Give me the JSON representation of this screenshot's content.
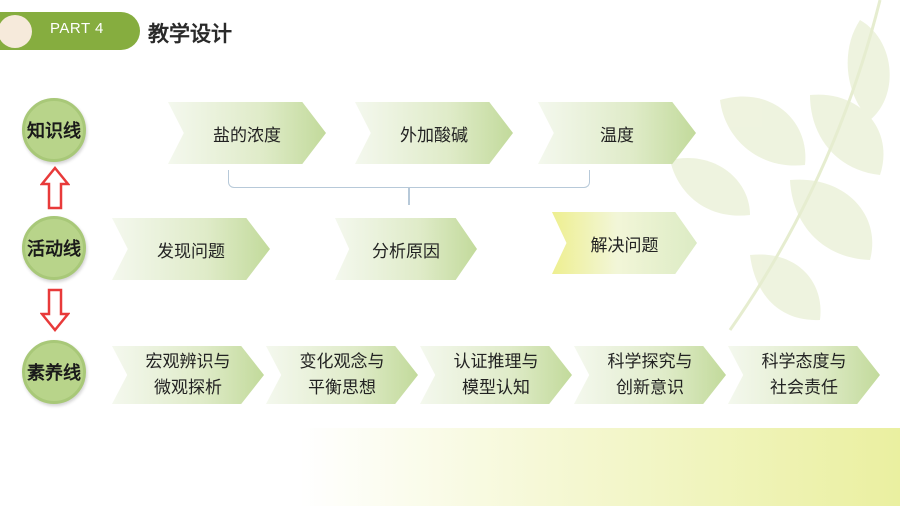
{
  "header": {
    "part": "PART 4",
    "title": "教学设计"
  },
  "circles": {
    "knowledge": "知识线",
    "activity": "活动线",
    "literacy": "素养线"
  },
  "knowledge_items": [
    "盐的浓度",
    "外加酸碱",
    "温度"
  ],
  "activity_items": [
    "发现问题",
    "分析原因",
    "解决问题"
  ],
  "literacy_items": [
    [
      "宏观辨识与",
      "微观探析"
    ],
    [
      "变化观念与",
      "平衡思想"
    ],
    [
      "认证推理与",
      "模型认知"
    ],
    [
      "科学探究与",
      "创新意识"
    ],
    [
      "科学态度与",
      "社会责任"
    ]
  ],
  "colors": {
    "accent": "#86ad3f",
    "circle": "#b8d48a",
    "arrow": "#e83a3a"
  }
}
